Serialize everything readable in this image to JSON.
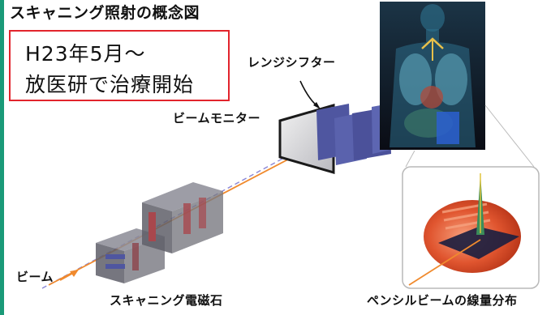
{
  "heading": "スキャニング照射の概念図",
  "note": {
    "line1": "H23年5月～",
    "line2": "放医研で治療開始"
  },
  "labels": {
    "range_shifter": "レンジシフター",
    "beam_monitor": "ビームモニター",
    "beam": "ビーム",
    "scanning_magnet": "スキャニング電磁石",
    "pencil_beam_dose": "ペンシルビームの線量分布"
  },
  "colors": {
    "accent_rule": "#1a9a78",
    "note_border": "#e2242c",
    "beam": "#f08a2e",
    "dashed_axis": "#8a86d6",
    "shifter_plates": "#4f56a0",
    "magnet_body": "#6d6d78",
    "magnet_coil": "#a8474d",
    "body_bg": "#0c0c16",
    "body_figure": "#2d6e8a"
  },
  "icons": [
    "beam-arrow-icon",
    "callout-arrow-icon"
  ]
}
